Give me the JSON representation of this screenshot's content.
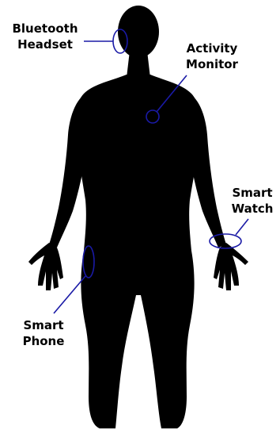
{
  "labels": {
    "bluetooth_headset": [
      "Bluetooth",
      "Headset"
    ],
    "activity_monitor": [
      "Activity",
      "Monitor"
    ],
    "smart_watch": [
      "Smart",
      "Watch"
    ],
    "smart_phone": [
      "Smart",
      "Phone"
    ]
  },
  "colors": {
    "silhouette": "#000000",
    "marker": "#1a1aa6",
    "background": "#ffffff"
  }
}
